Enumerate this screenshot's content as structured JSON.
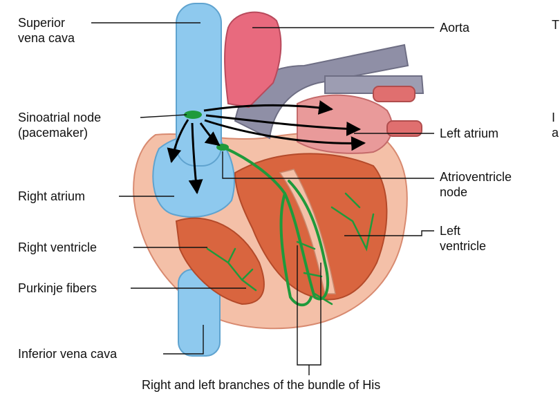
{
  "labels": {
    "superior_vena_cava": [
      "Superior",
      "vena cava"
    ],
    "aorta": [
      "Aorta"
    ],
    "sinoatrial_node": [
      "Sinoatrial node",
      "(pacemaker)"
    ],
    "left_atrium": [
      "Left atrium"
    ],
    "atrioventricular_node": [
      "Atrioventricle",
      "node"
    ],
    "right_atrium": [
      "Right atrium"
    ],
    "left_ventricle": [
      "Left",
      "ventricle"
    ],
    "right_ventricle": [
      "Right ventricle"
    ],
    "purkinje_fibers": [
      "Purkinje fibers"
    ],
    "inferior_vena_cava": [
      "Inferior vena cava"
    ],
    "bundle_of_his": [
      "Right and left branches of the bundle of His"
    ]
  },
  "edge_fragments": [
    "T",
    "I",
    "a"
  ],
  "colors": {
    "vena_cava": "#8ec9ee",
    "aorta": "#e86a7e",
    "pulmonary": "#8f8fa6",
    "muscle": "#d9653f",
    "conduction": "#1f9a3b",
    "wall": "#f2b8a0"
  }
}
